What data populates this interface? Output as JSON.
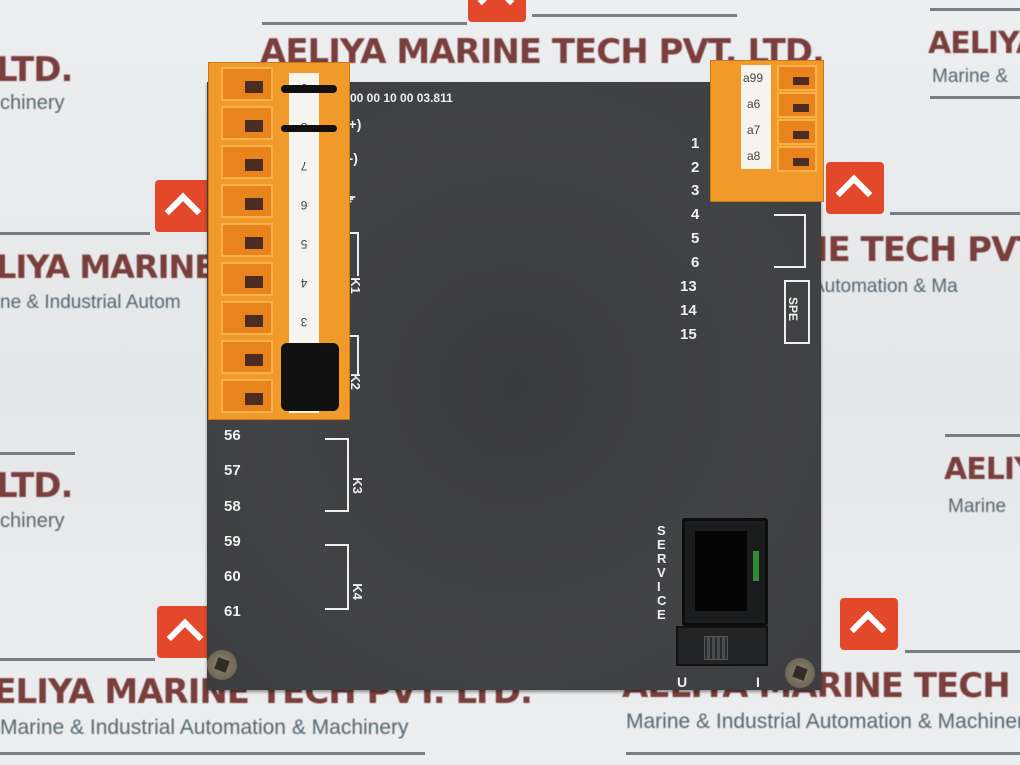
{
  "watermark": {
    "company": "AELIYA MARINE TECH PVT. LTD.",
    "company_fragment_left": "LTD.",
    "company_fragment_middle": "LIYA MARINE TE",
    "company_fragment_right": "NE TECH PVT.",
    "company_short": "AELIYA",
    "tagline": "Marine & Industrial Automation & Machinery",
    "tagline_fragment_left": "chinery",
    "tagline_fragment_middle": "ne & Industrial Autom",
    "tagline_fragment_right": "Automation & Ma",
    "tagline_short": "Marine",
    "tagline_short2": "Marine &"
  },
  "device": {
    "part_number": "00 00 10 00 03.811",
    "left_terminal_strip_labels": [
      "9",
      "8",
      "7",
      "6",
      "5",
      "4",
      "3",
      "",
      ""
    ],
    "power_labels": [
      "L+)",
      "L-)",
      "⏚"
    ],
    "relay_labels_top": [
      "K1",
      "K2"
    ],
    "left_terminal_numbers": [
      "56",
      "57",
      "58",
      "59",
      "60",
      "61"
    ],
    "relay_labels_bottom": [
      "K3",
      "K4"
    ],
    "top_right_connector_labels": [
      "a99",
      "a6",
      "a7",
      "a8"
    ],
    "right_terminal_numbers": [
      "1",
      "2",
      "3",
      "4",
      "5",
      "6",
      "13",
      "14",
      "15"
    ],
    "spe_label": "SPE",
    "service_label": "SERVICE",
    "switch_labels": [
      "U",
      "I"
    ],
    "colors": {
      "housing": "#3d3e40",
      "terminal_orange": "#f19a2a",
      "logo_red": "#e4482a",
      "watermark_title": "#7a3f3c",
      "watermark_sub": "#55676f"
    }
  }
}
